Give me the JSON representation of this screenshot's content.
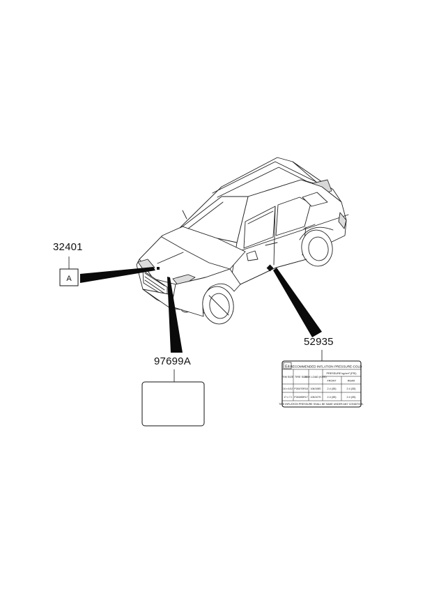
{
  "parts": {
    "p32401": {
      "number": "32401",
      "symbol": "A"
    },
    "p97699A": {
      "number": "97699A"
    },
    "p52935": {
      "number": "52935"
    }
  },
  "tire_label": {
    "badge": "E4",
    "title": "RECOMMENDED INFLATION PRESSURE-COLD",
    "headers": {
      "rim_size": "RIM SIZE",
      "tire_size": "TIRE SIZE",
      "max_load": "MAX LOAD (KGS)",
      "pressure": "PRESSURE  kg/cm² (PSI)",
      "front": "FRONT",
      "rear": "REAR"
    },
    "rows": [
      {
        "rim": "16 x 6.5J",
        "tire": "P245/70R16",
        "load": "106/108S",
        "front": "2.4 (35)",
        "rear": "2.4 (35)"
      },
      {
        "rim": "17 x 7J",
        "tire": "P245/65R17",
        "load": "105/107S",
        "front": "2.4 (35)",
        "rear": "2.4 (35)"
      }
    ],
    "footer": "TIRE INFLATION PRESSURE SHALL BE SAME UNDER ANY CONDITION."
  },
  "colors": {
    "ink": "#111111",
    "background": "#ffffff"
  }
}
